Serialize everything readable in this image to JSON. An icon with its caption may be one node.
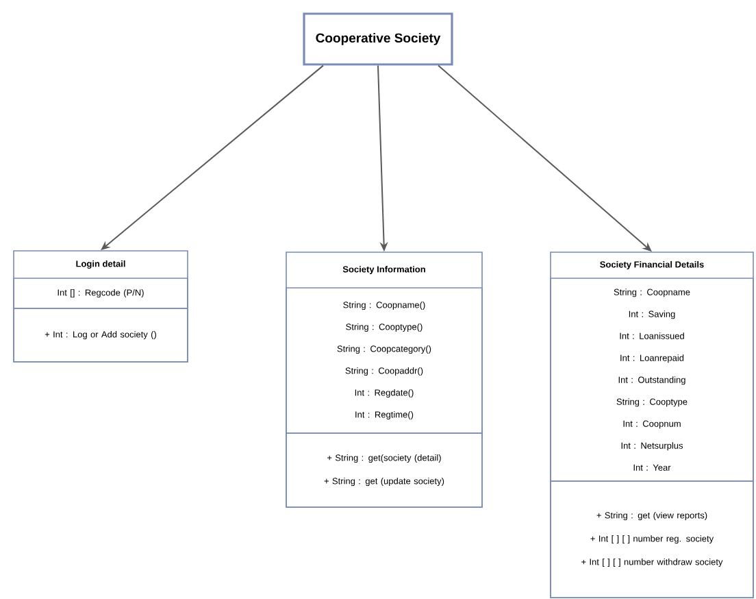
{
  "diagram": {
    "nodes": [
      {
        "text": [
          "Cooperative Society"
        ]
      },
      {
        "text": [
          "Login detail"
        ]
      },
      {
        "text": [
          "Int [] : Regcode (P/N)"
        ],
        "in": 1
      },
      {
        "text": [
          "+ Int : Log or Add society ()"
        ],
        "in": 1
      },
      {
        "text": [
          "Society Information"
        ]
      },
      {
        "text": [
          "String : Coopname()",
          "String : Cooptype()",
          "String : Coopcategory()",
          "String : Coopaddr()",
          "Int : Regdate()",
          "Int : Regtime()"
        ],
        "in": 4
      },
      {
        "text": [
          "+ String : get(society (detail)",
          "+ String : get (update society)"
        ],
        "in": 4
      },
      {
        "text": [
          "Society Financial Details"
        ]
      },
      {
        "text": [
          "String : Coopname",
          "Int : Saving",
          "Int : Loanissued",
          "Int : Loanrepaid",
          "Int : Outstanding",
          "String : Cooptype",
          "Int : Coopnum",
          "Int : Netsurplus",
          "Int : Year"
        ],
        "in": 7
      },
      {
        "text": [
          "+ String : get (view reports)",
          "+ Int [ ] [ ] number reg. society",
          "+ Int [ ] [ ] number withdraw society"
        ],
        "in": 7
      }
    ],
    "edges": [
      {
        "from": 0,
        "to": 1,
        "arrow": "to"
      },
      {
        "from": 0,
        "to": 4,
        "arrow": "to"
      },
      {
        "from": 0,
        "to": 7,
        "arrow": "to"
      }
    ]
  }
}
